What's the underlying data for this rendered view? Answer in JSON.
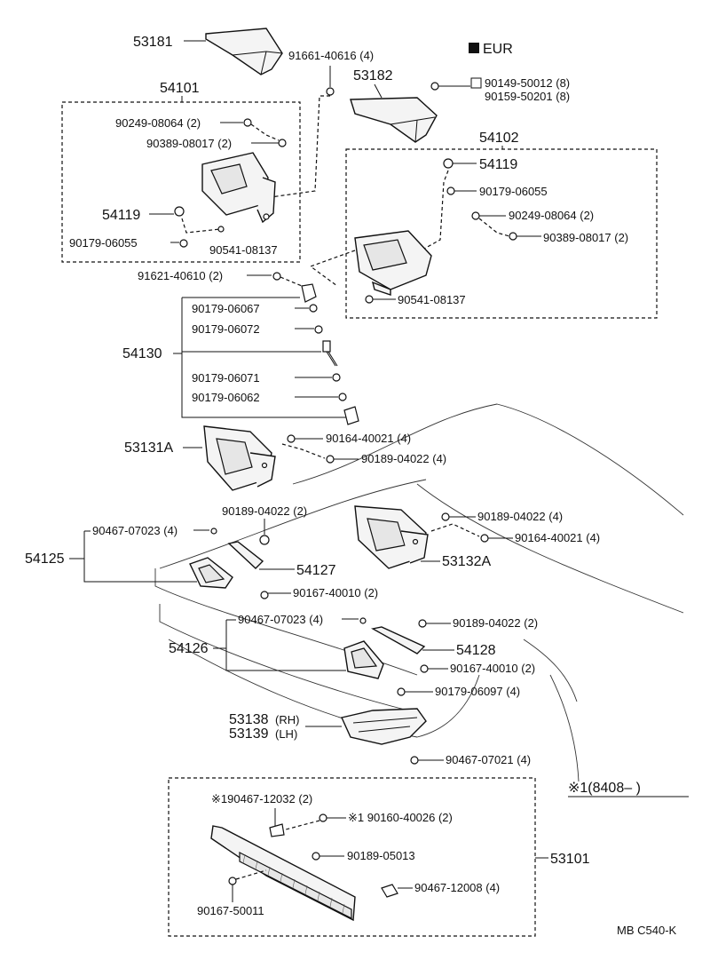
{
  "diagram": {
    "region_marker": "EUR",
    "variant_marker": "※1(8408–       )",
    "figure_code": "MB  C540-K",
    "parts": {
      "p53181": "53181",
      "p91661": "91661-40616 (4)",
      "p53182": "53182",
      "p90149": "90149-50012 (8)",
      "p90159": "90159-50201 (8)",
      "p54101": "54101",
      "p54102": "54102",
      "l_90249_a": "90249-08064 (2)",
      "l_90389_a": "90389-08017 (2)",
      "l_54119_a": "54119",
      "l_90179_06055_a": "90179-06055",
      "l_90541_a": "90541-08137",
      "l_54119_b": "54119",
      "l_90179_06055_b": "90179-06055",
      "l_90249_b": "90249-08064 (2)",
      "l_90389_b": "90389-08017 (2)",
      "l_90541_b": "90541-08137",
      "l_91621": "91621-40610 (2)",
      "l_54130": "54130",
      "l_90179_06067": "90179-06067",
      "l_90179_06072": "90179-06072",
      "l_90179_06071": "90179-06071",
      "l_90179_06062": "90179-06062",
      "l_53131A": "53131A",
      "l_90164_a": "90164-40021 (4)",
      "l_90189_a": "90189-04022 (4)",
      "l_90189_b": "90189-04022 (2)",
      "l_90189_c": "90189-04022 (4)",
      "l_90164_b": "90164-40021 (4)",
      "l_90467_07023_a": "90467-07023 (4)",
      "l_54125": "54125",
      "l_54127": "54127",
      "l_53132A": "53132A",
      "l_90167_40010_a": "90167-40010 (2)",
      "l_90467_07023_b": "90467-07023 (4)",
      "l_90189_d": "90189-04022 (2)",
      "l_54126": "54126",
      "l_54128": "54128",
      "l_90167_40010_b": "90167-40010 (2)",
      "l_90179_06097": "90179-06097 (4)",
      "l_53138": "53138",
      "l_53138_rh": "(RH)",
      "l_53139": "53139",
      "l_53139_lh": "(LH)",
      "l_90467_07021": "90467-07021 (4)",
      "l_90467_12032": "※190467-12032 (2)",
      "l_90160": "※1  90160-40026 (2)",
      "l_90189_05013": "90189-05013",
      "l_53101": "53101",
      "l_90467_12008": "90467-12008 (4)",
      "l_90167_50011": "90167-50011"
    }
  }
}
